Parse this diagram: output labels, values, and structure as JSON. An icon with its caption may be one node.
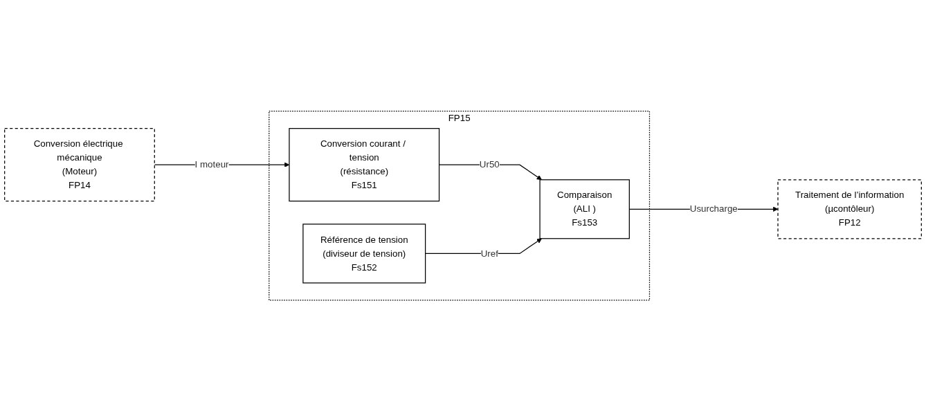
{
  "diagram": {
    "nodes": [
      {
        "text": [
          "Conversion électrique mécanique",
          "(Moteur)",
          "FP14"
        ]
      },
      {
        "text": [
          "FP15"
        ]
      },
      {
        "text": [
          "Conversion courant / tension",
          "(résistance)",
          "Fs151"
        ],
        "in": 1
      },
      {
        "text": [
          "Référence de tension",
          "(diviseur de tension)",
          "Fs152"
        ],
        "in": 1
      },
      {
        "text": [
          "Comparaison",
          "(ALI )",
          "Fs153"
        ],
        "in": 1
      },
      {
        "text": [
          "Traitement de l’information",
          "(µcontôleur)",
          "FP12"
        ]
      }
    ],
    "edges": [
      {
        "from": 0,
        "to": 2,
        "arrow": "to",
        "label": "I moteur"
      },
      {
        "from": 2,
        "to": 4,
        "arrow": "to",
        "label": "Ur50"
      },
      {
        "from": 3,
        "to": 4,
        "arrow": "to",
        "label": "Uref"
      },
      {
        "from": 4,
        "to": 5,
        "arrow": "to",
        "label": "Usurcharge"
      }
    ]
  }
}
